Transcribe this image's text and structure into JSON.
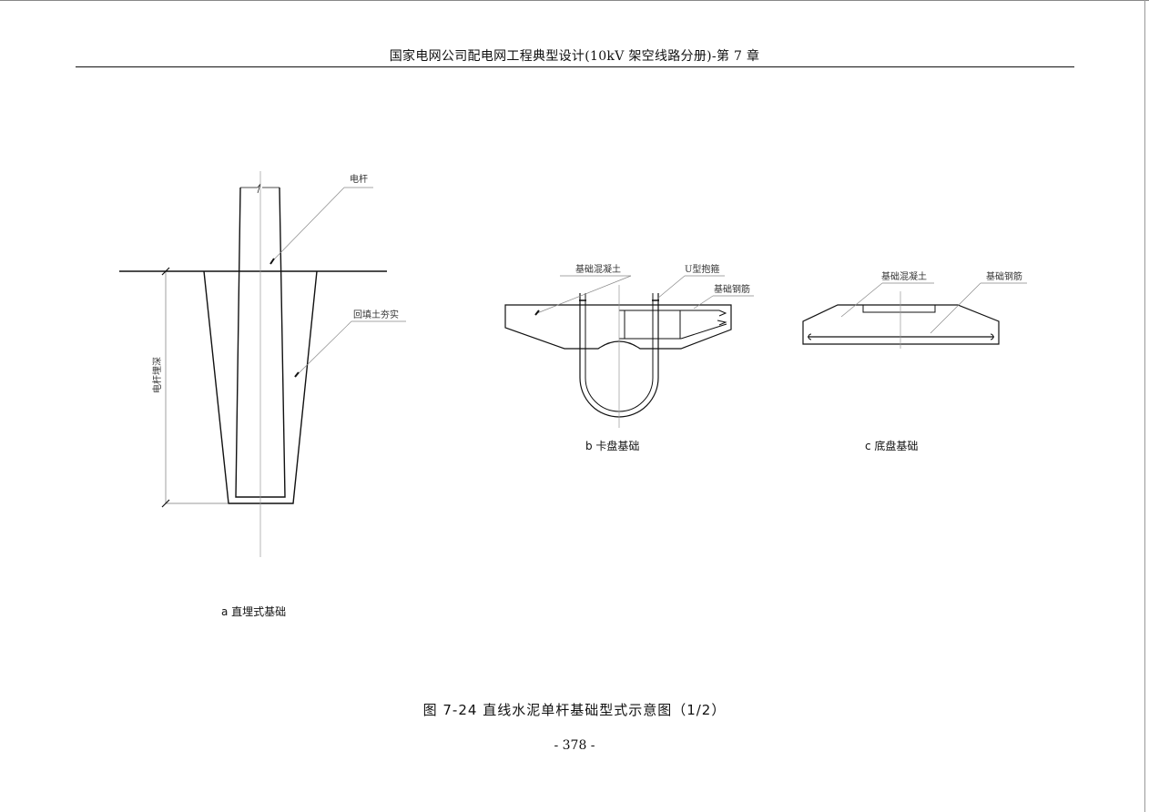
{
  "header": {
    "title": "国家电网公司配电网工程典型设计(10kV 架空线路分册)-第 7 章"
  },
  "figure_a": {
    "caption": "a 直埋式基础",
    "labels": {
      "pole": "电杆",
      "backfill": "回填土夯实",
      "depth": "电杆埋深"
    }
  },
  "figure_b": {
    "caption": "b 卡盘基础",
    "labels": {
      "concrete": "基础混凝土",
      "u_clamp": "U型抱箍",
      "rebar": "基础钢筋"
    }
  },
  "figure_c": {
    "caption": "c 底盘基础",
    "labels": {
      "concrete": "基础混凝土",
      "rebar": "基础钢筋"
    }
  },
  "figure_caption": "图 7-24   直线水泥单杆基础型式示意图（1/2）",
  "page_number": "- 378 -"
}
